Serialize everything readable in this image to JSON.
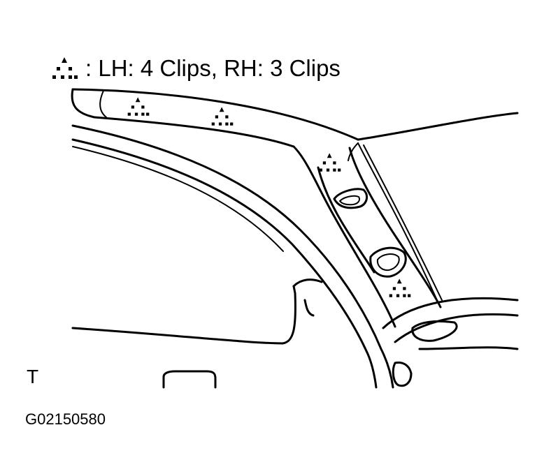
{
  "legend": {
    "symbol": "dotted-triangle-clip-icon",
    "text": ": LH: 4 Clips, RH: 3 Clips"
  },
  "view_marker": "T",
  "figure_code": "G02150580",
  "colors": {
    "line": "#000000",
    "background": "#ffffff"
  }
}
